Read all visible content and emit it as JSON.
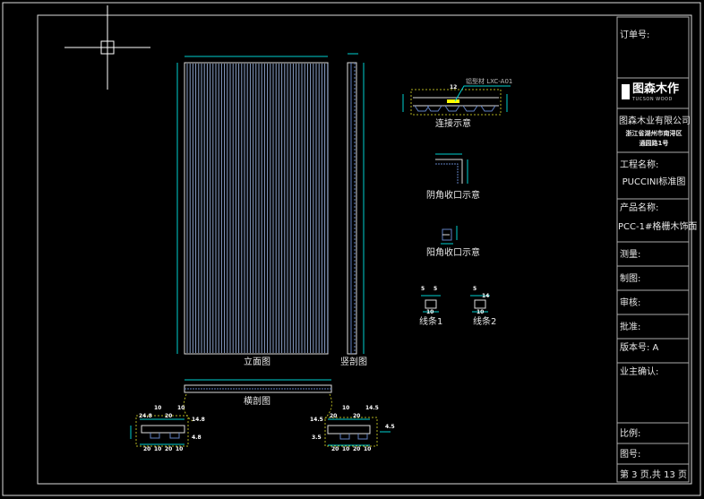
{
  "title_block": {
    "order_no": "订单号:",
    "logo_cn": "图森木作",
    "logo_en": "TUCSON WOOD",
    "company": "图森木业有限公司",
    "address_line1": "浙江省湖州市南浔区",
    "address_line2": "通园路1号",
    "project_label": "工程名称:",
    "project_value": "PUCCINI标准图",
    "product_label": "产品名称:",
    "product_value": "PCC-1#格栅木饰面",
    "survey": "测量:",
    "drawing": "制图:",
    "review": "审核:",
    "approve": "批准:",
    "version": "版本号: A",
    "owner_confirm": "业主确认:",
    "scale": "比例:",
    "drawing_no": "图号:",
    "page": "第 3 页,共 13 页"
  },
  "views": {
    "elevation": "立面图",
    "vertical_section": "竖剖图",
    "horizontal_section": "横剖图",
    "connection": "连接示意",
    "connection_material": "铝型材 LXC-A01",
    "connection_dim": "12",
    "inner_corner": "阴角收口示意",
    "outer_corner": "阳角收口示意",
    "strip1": "线条1",
    "strip2": "线条2"
  },
  "dims": {
    "left_top": [
      "24.8",
      "10",
      "20",
      "10"
    ],
    "left_bottom": [
      "20",
      "10",
      "20",
      "10"
    ],
    "left_side": [
      "14.8",
      "4.8"
    ],
    "right_top": [
      "20",
      "10",
      "20",
      "14.5"
    ],
    "right_bottom": [
      "20",
      "10",
      "20",
      "10"
    ],
    "right_side": [
      "14.5",
      "3.5",
      "4.5"
    ],
    "strip1": [
      "5",
      "5",
      "10"
    ],
    "strip2": [
      "5",
      "14",
      "10"
    ]
  },
  "colors": {
    "line": "#e0e0e0",
    "dim": "#00d0d0",
    "profile": "#6080c0",
    "hatch": "#b0b020",
    "highlight": "#ffff00"
  }
}
